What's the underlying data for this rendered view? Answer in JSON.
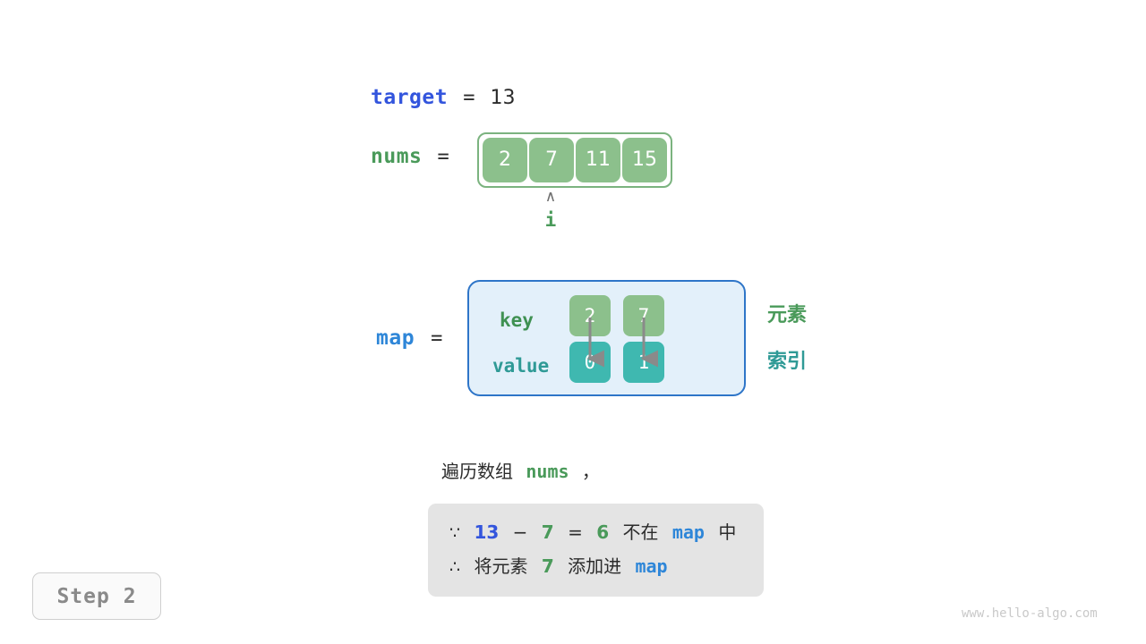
{
  "variables": {
    "target": {
      "name": "target",
      "equals": "=",
      "value": "13"
    },
    "nums": {
      "name": "nums",
      "equals": "="
    },
    "map": {
      "name": "map",
      "equals": "="
    }
  },
  "array": {
    "cells": [
      "2",
      "7",
      "11",
      "15"
    ],
    "pointer": {
      "caret": "∧",
      "label": "i",
      "index": 1
    }
  },
  "map_table": {
    "row_labels": {
      "key": "key",
      "value": "value"
    },
    "keys": [
      "2",
      "7"
    ],
    "values": [
      "0",
      "1"
    ],
    "side_labels": {
      "element": "元素",
      "index": "索引"
    }
  },
  "caption": {
    "prefix": "遍历数组",
    "code": "nums",
    "suffix": "，"
  },
  "reason": {
    "line1": {
      "symbol": "∵",
      "a": "13",
      "minus": "−",
      "b": "7",
      "eq": "=",
      "result": "6",
      "text_mid": "不在",
      "code": "map",
      "text_end": "中"
    },
    "line2": {
      "symbol": "∴",
      "text_start": "将元素",
      "value": "7",
      "text_mid": "添加进",
      "code": "map"
    }
  },
  "step_badge": {
    "label": "Step 2"
  },
  "watermark": {
    "text": "www.hello-algo.com"
  },
  "colors": {
    "green_cell": "#8cc08c",
    "teal_cell": "#3fb8b0",
    "map_bg": "#e3f0fa",
    "map_border": "#2e75c8",
    "reason_bg": "#e4e4e4",
    "label_blue": "#3355dd",
    "label_green": "#4a9a5a",
    "label_map_blue": "#2e86d8",
    "arrow_gray": "#8a8a8a"
  }
}
